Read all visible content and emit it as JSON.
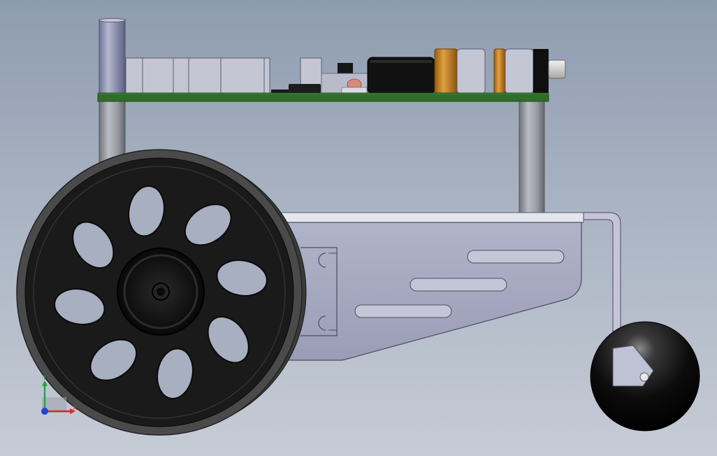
{
  "view": {
    "background_top": "#8e9cb0",
    "background_bottom": "#c6ccd6"
  },
  "model": {
    "parts": [
      "standoff-left",
      "standoff-right",
      "pcb-board",
      "header-connector",
      "black-capacitor-block",
      "electrolytic-capacitor",
      "power-jack",
      "chassis-plate",
      "drive-wheel",
      "caster-bracket",
      "caster-ball"
    ],
    "colors": {
      "pcb_green": "#2f6e2a",
      "standoff_gray": "#8d9097",
      "chassis_lavender": "#a4a8c0",
      "wheel_black": "#1a1a1a",
      "tire_gray": "#4a4a4a",
      "capacitor_orange": "#c8861f"
    }
  },
  "triad": {
    "x_label": "X",
    "y_label": "Y",
    "x_color": "#d42a2a",
    "y_color": "#2aa04a",
    "z_color": "#2a3fd4"
  }
}
